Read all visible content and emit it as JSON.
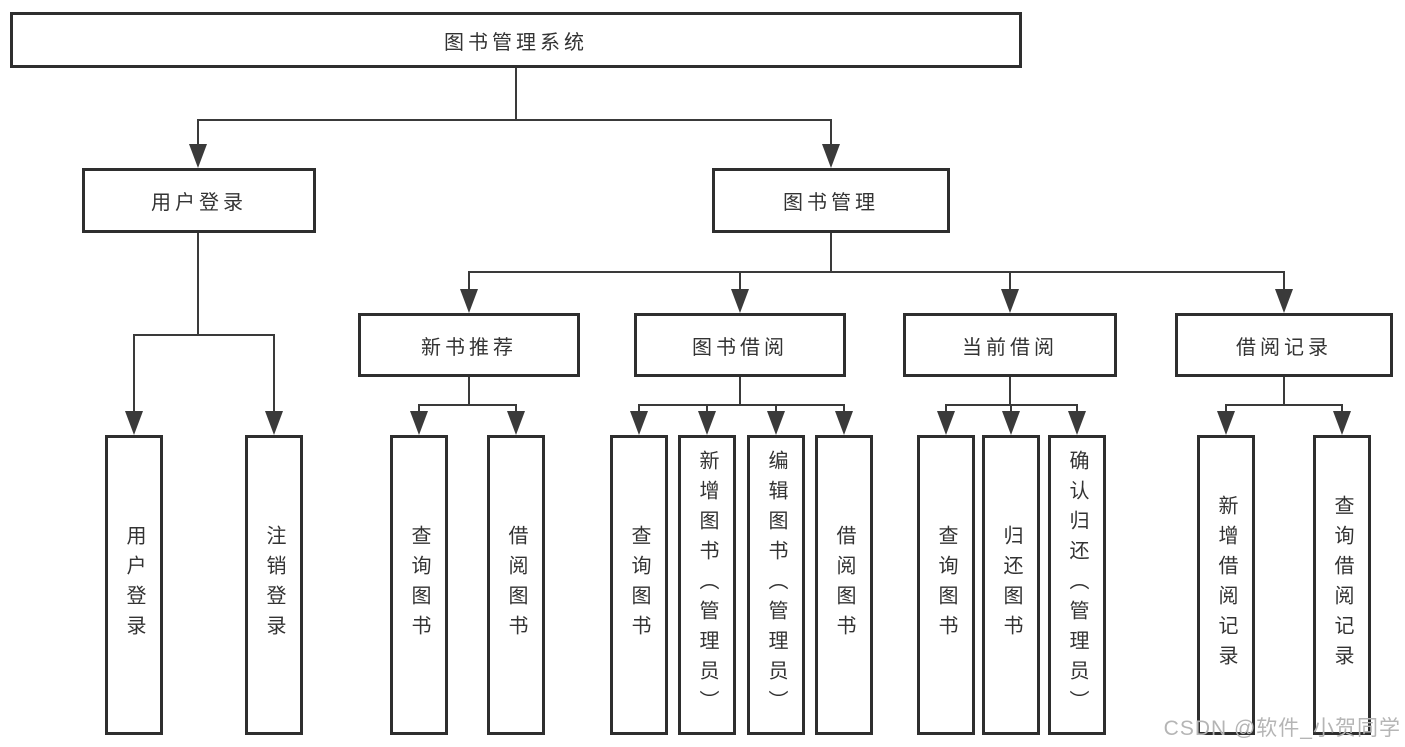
{
  "tree": {
    "label": "图书管理系统",
    "children": [
      {
        "label": "用户登录",
        "children": [
          {
            "label": "用户登录"
          },
          {
            "label": "注销登录"
          }
        ]
      },
      {
        "label": "图书管理",
        "children": [
          {
            "label": "新书推荐",
            "children": [
              {
                "label": "查询图书"
              },
              {
                "label": "借阅图书"
              }
            ]
          },
          {
            "label": "图书借阅",
            "children": [
              {
                "label": "查询图书"
              },
              {
                "label": "新增图书（管理员）"
              },
              {
                "label": "编辑图书（管理员）"
              },
              {
                "label": "借阅图书"
              }
            ]
          },
          {
            "label": "当前借阅",
            "children": [
              {
                "label": "查询图书"
              },
              {
                "label": "归还图书"
              },
              {
                "label": "确认归还（管理员）"
              }
            ]
          },
          {
            "label": "借阅记录",
            "children": [
              {
                "label": "新增借阅记录"
              },
              {
                "label": "查询借阅记录"
              }
            ]
          }
        ]
      }
    ]
  },
  "watermark": "CSDN @软件_小贺同学",
  "colors": {
    "line": "#3a3a3a",
    "box_border": "#2e2e2e",
    "text": "#333333",
    "watermark": "#b5b5b5",
    "background": "#ffffff"
  }
}
